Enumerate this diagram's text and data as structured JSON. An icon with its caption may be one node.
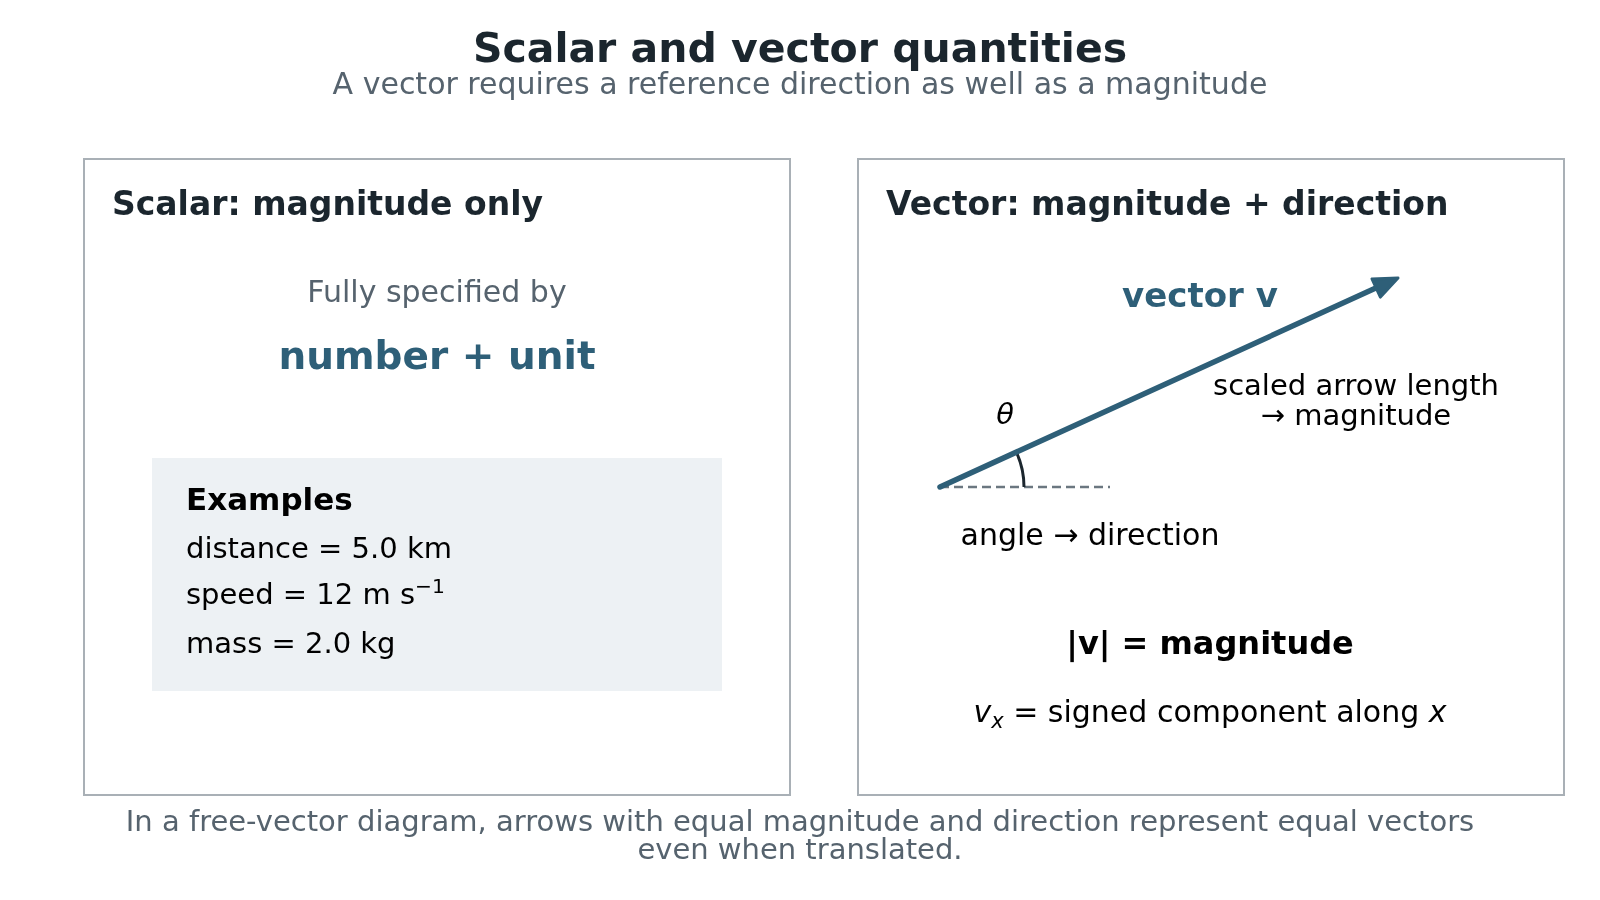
{
  "diagram": {
    "title": "Scalar and vector quantities",
    "caption": "In a free-vector diagram, arrows with equal magnitude and direction represent equal vectors even when translated.",
    "nodes": [
      {
        "text": [
          "Scalar: magnitude only",
          "Fully specified by",
          "number + unit"
        ]
      },
      {
        "text": [
          "Examples",
          "distance = 5.0 km",
          "speed = 12 m s$^{−1}$",
          "mass = 2.0 kg"
        ],
        "in": 0
      },
      {
        "text": [
          "Vector: magnitude + direction",
          "|v| = magnitude",
          "*v*$_{x}$ = signed component along *x*"
        ]
      }
    ],
    "labels": [
      "A vector requires a reference direction as well as a magnitude",
      "vector v",
      "scaled arrow length → magnitude",
      "θ",
      "angle → direction"
    ]
  }
}
